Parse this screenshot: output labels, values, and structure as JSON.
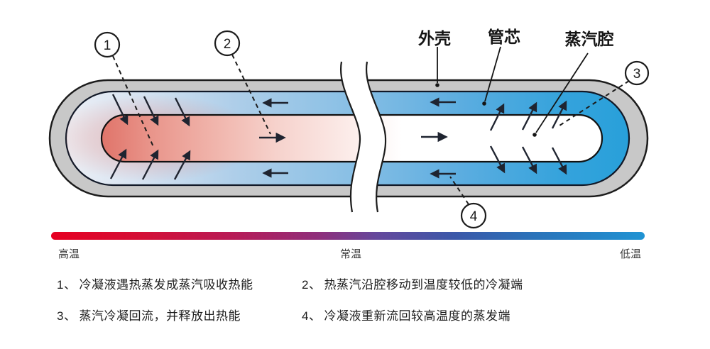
{
  "diagram": {
    "part_labels": {
      "shell": "外壳",
      "wick": "管芯",
      "vapor_chamber": "蒸汽腔"
    },
    "callouts": {
      "c1": "1",
      "c2": "2",
      "c3": "3",
      "c4": "4"
    },
    "temperature_scale": {
      "high": "高温",
      "normal": "常温",
      "low": "低温"
    },
    "colors": {
      "hot_end": "#e60022",
      "cold_end": "#2093d3",
      "wick_blue": "#28a0da",
      "shell_gray": "#c8c8c8",
      "evaporator_red": "#e0746a",
      "outline": "#1c1c1c"
    }
  },
  "legend": {
    "items": [
      {
        "num": "1、",
        "text": "冷凝液遇热蒸发成蒸汽吸收热能"
      },
      {
        "num": "2、",
        "text": "热蒸汽沿腔移动到温度较低的冷凝端"
      },
      {
        "num": "3、",
        "text": "蒸汽冷凝回流，并释放出热能"
      },
      {
        "num": "4、",
        "text": "冷凝液重新流回较高温度的蒸发端"
      }
    ]
  }
}
